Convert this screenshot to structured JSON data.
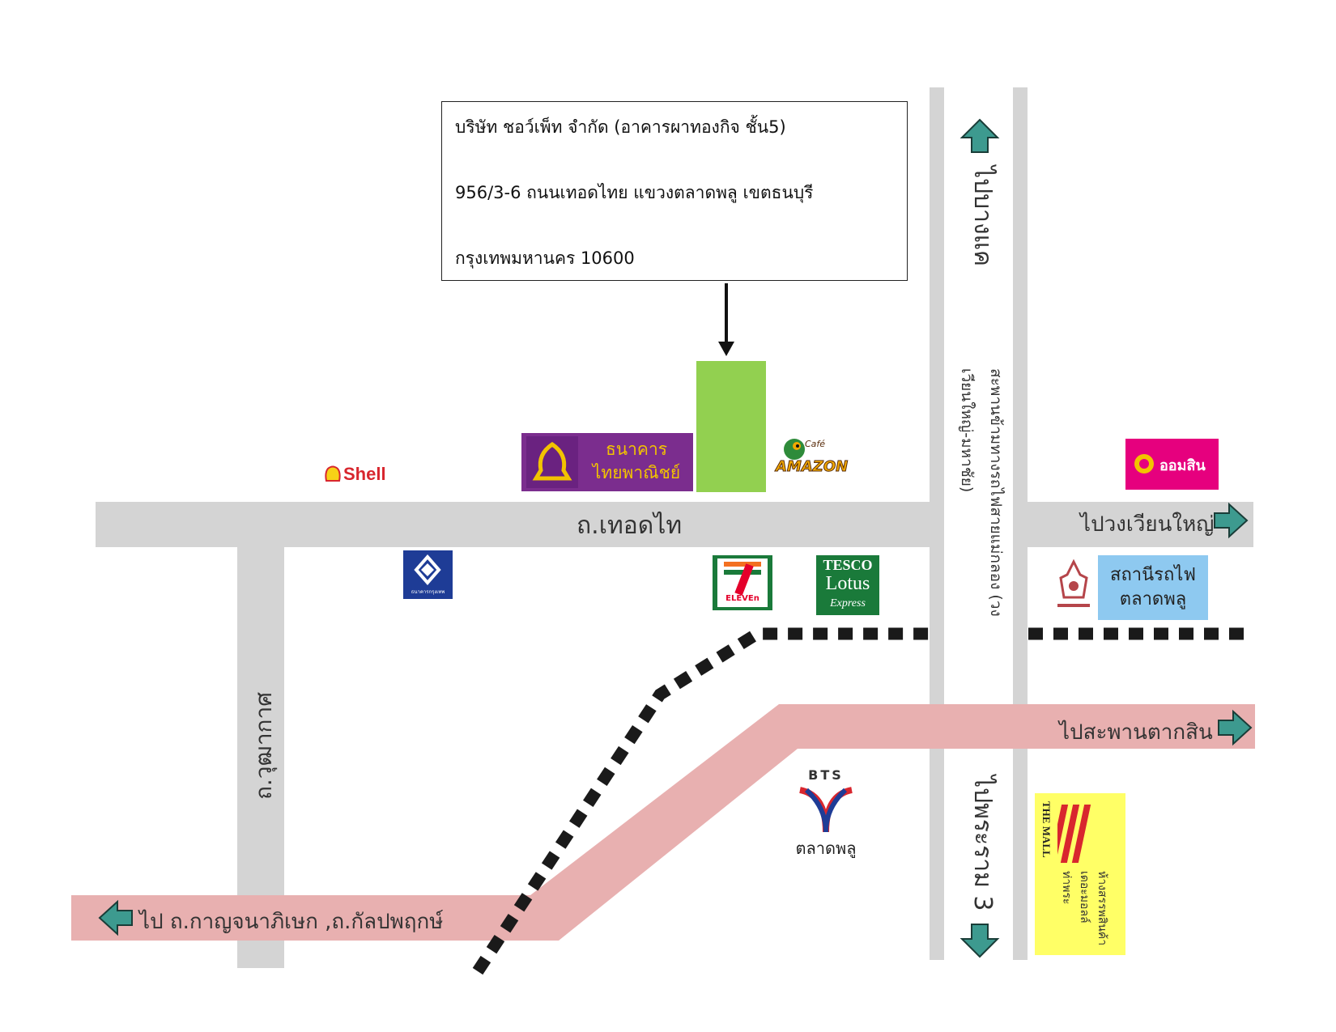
{
  "address": {
    "line1": "บริษัท ชอว์เพ็ท จำกัด  (อาคารผาทองกิจ ชั้น5)",
    "line2": "956/3-6  ถนนเทอดไทย แขวงตลาดพลู เขตธนบุรี",
    "line3": "กรุงเทพมหานคร 10600"
  },
  "roads": {
    "thoet_thai": "ถ.เทอดไท",
    "wutthakat": "ถ.วุฒากาศ",
    "to_bang_khae": "ไปบางแค",
    "to_phra_ram_3": "ไปพระราม 3",
    "to_wongwian_yai": "ไปวงเวียนใหญ่",
    "to_taksin_bridge": "ไปสะพานตากสิน",
    "to_kanchanaphisek": "ไป ถ.กาญจนาภิเษก ,ถ.กัลปพฤกษ์",
    "overpass": "สะพานข้ามทางรถไฟสายแม่กลอง (วงเวียนใหญ่-มหาชัย)"
  },
  "landmarks": {
    "shell": "Shell",
    "scb": "ธนาคาร\nไทยพาณิชย์",
    "amazon_small": "Café",
    "amazon": "AMAZON",
    "gsb": "ออมสิน",
    "bbl": "ธนาคารกรุงเทพ",
    "seven_eleven": "ELEVEn",
    "tesco_1": "TESCO",
    "tesco_2": "Lotus",
    "tesco_3": "Express",
    "station": "สถานีรถไฟ\nตลาดพลู",
    "bts_logo": "BTS",
    "bts_station": "ตลาดพลู",
    "mall_en": "THE MALL",
    "mall_th": "ห้างสรรพสินค้า\nเดอะมอลล์\nท่าพระ"
  },
  "colors": {
    "road_gray": "#d4d4d4",
    "road_pink": "#e8b0b0",
    "arrow_teal": "#3d9a8f",
    "building_green": "#92d050",
    "scb_purple": "#7b2d8e",
    "station_blue": "#8ec9f0",
    "mall_yellow": "#ffff66",
    "gsb_pink": "#e6007e"
  }
}
